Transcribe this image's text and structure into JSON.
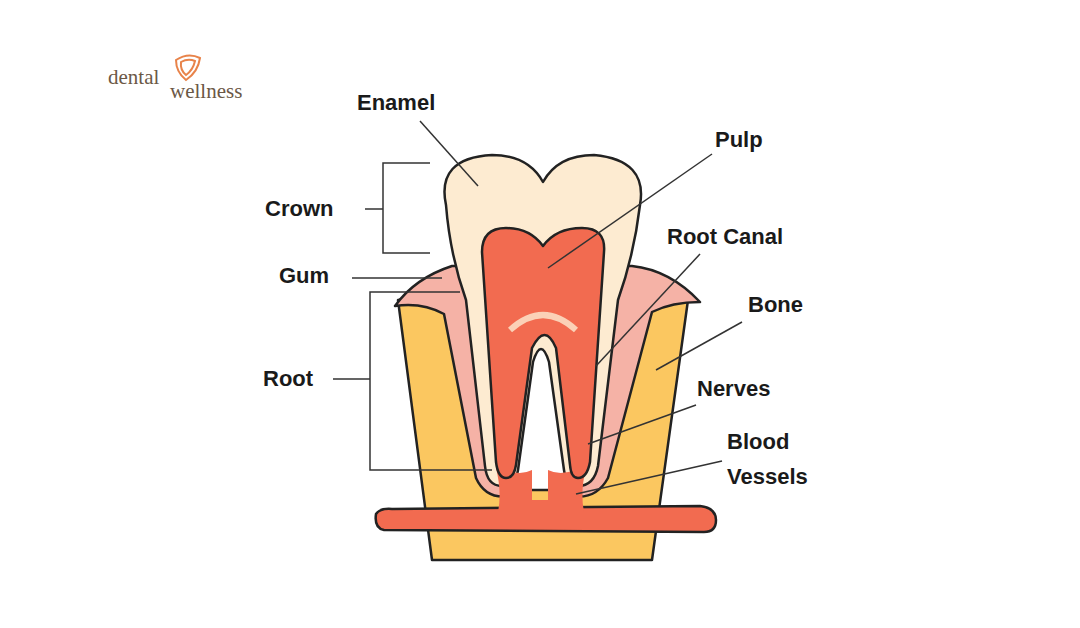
{
  "diagram": {
    "labels": [
      "dental",
      "wellness",
      "Enamel",
      "Pulp",
      "Crown",
      "Root Canal",
      "Gum",
      "Bone",
      "Root",
      "Nerves",
      "Blood Vessels"
    ]
  }
}
